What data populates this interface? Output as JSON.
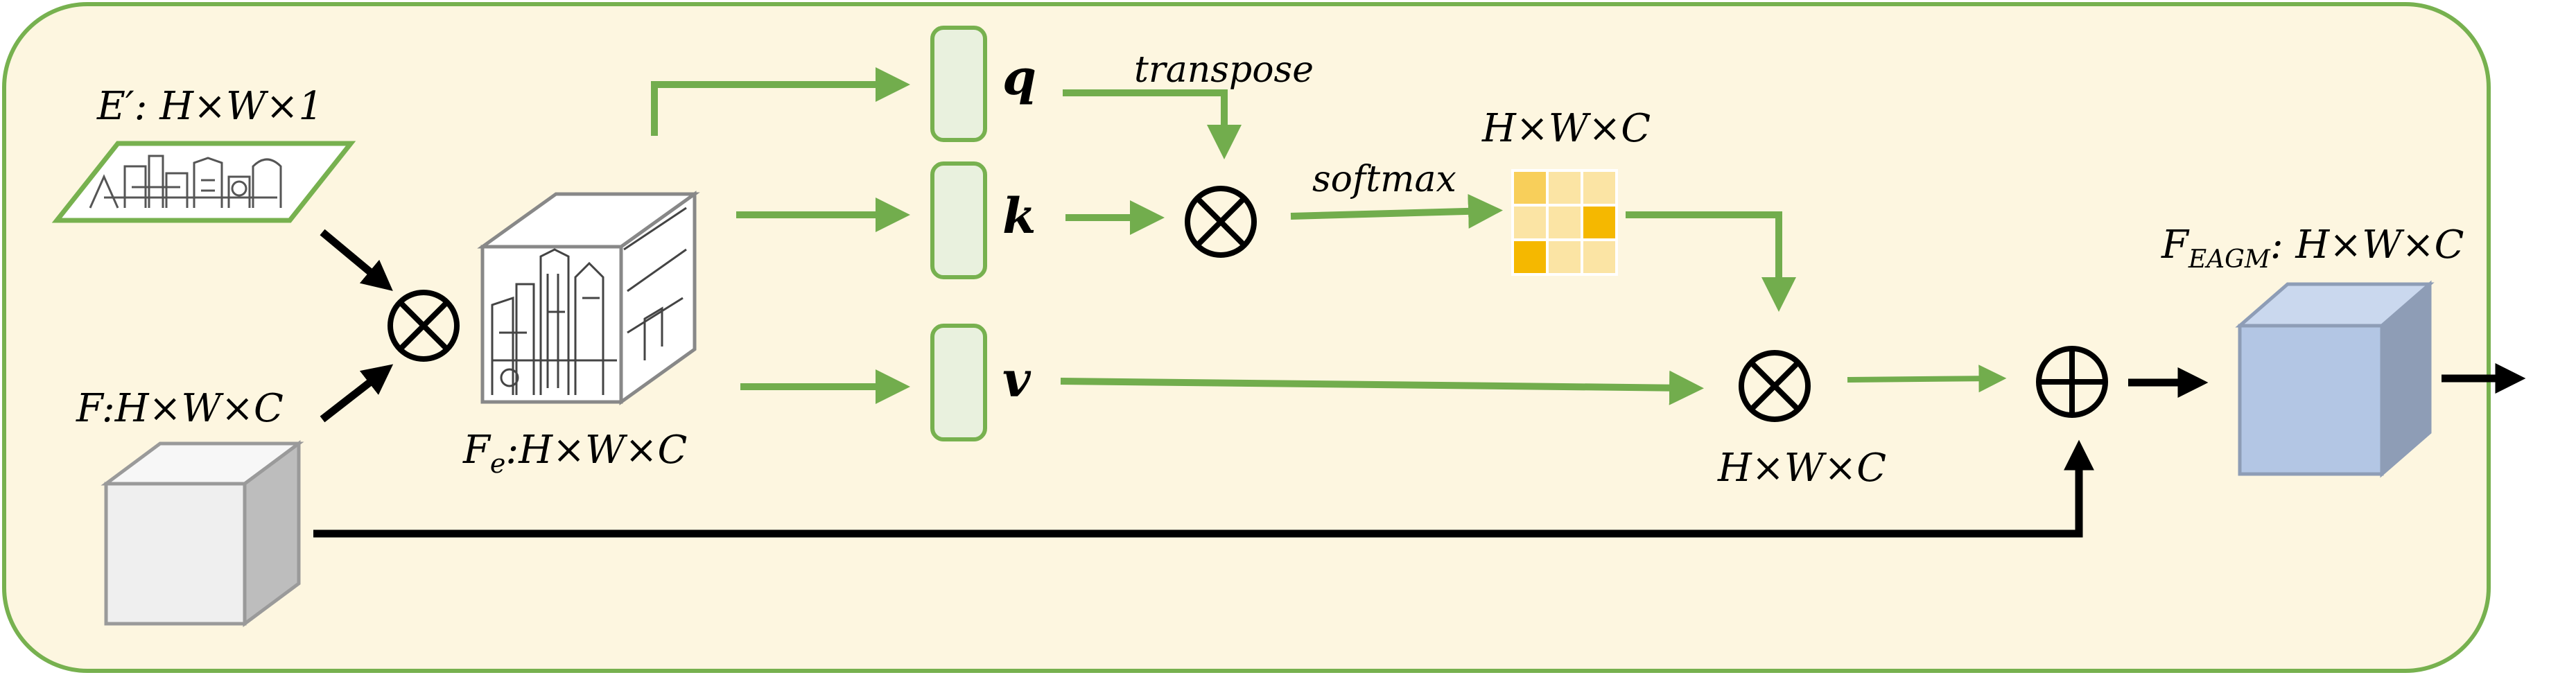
{
  "diagram": {
    "inputs": {
      "edge_map_label": "E′: H×W×1",
      "feature_label": "F:H×W×C"
    },
    "fused_feature_label": "F",
    "fused_feature_subscript": "e",
    "fused_feature_dims": ":H×W×C",
    "projections": {
      "q": "q",
      "k": "k",
      "v": "v"
    },
    "transpose_label": "transpose",
    "softmax_label": "softmax",
    "attention_map_dims": "H×W×C",
    "weighted_output_dims": "H×W×C",
    "output_label": "F",
    "output_subscript": "EAGM",
    "output_dims": ": H×W×C",
    "operators": {
      "multiply": "⊗",
      "add": "⊕"
    },
    "colors": {
      "panel_fill": "#fdf6e0",
      "panel_border": "#77b14f",
      "green_arrow": "#72ad4d",
      "projection_fill": "#e9f1de",
      "heat_dark": "#f5b800",
      "heat_mid": "#f8cf5a",
      "heat_light": "#fbe4a4",
      "output_cube_front": "#b3c6e4",
      "output_cube_top": "#cad8ee",
      "output_cube_side": "#8e9db6",
      "input_cube_front": "#efefef",
      "input_cube_top": "#f7f7f7",
      "input_cube_side": "#bdbdbd"
    },
    "heatmap_cells": [
      [
        "mid",
        "light",
        "light"
      ],
      [
        "light",
        "light",
        "dark"
      ],
      [
        "dark",
        "light",
        "light"
      ]
    ]
  }
}
